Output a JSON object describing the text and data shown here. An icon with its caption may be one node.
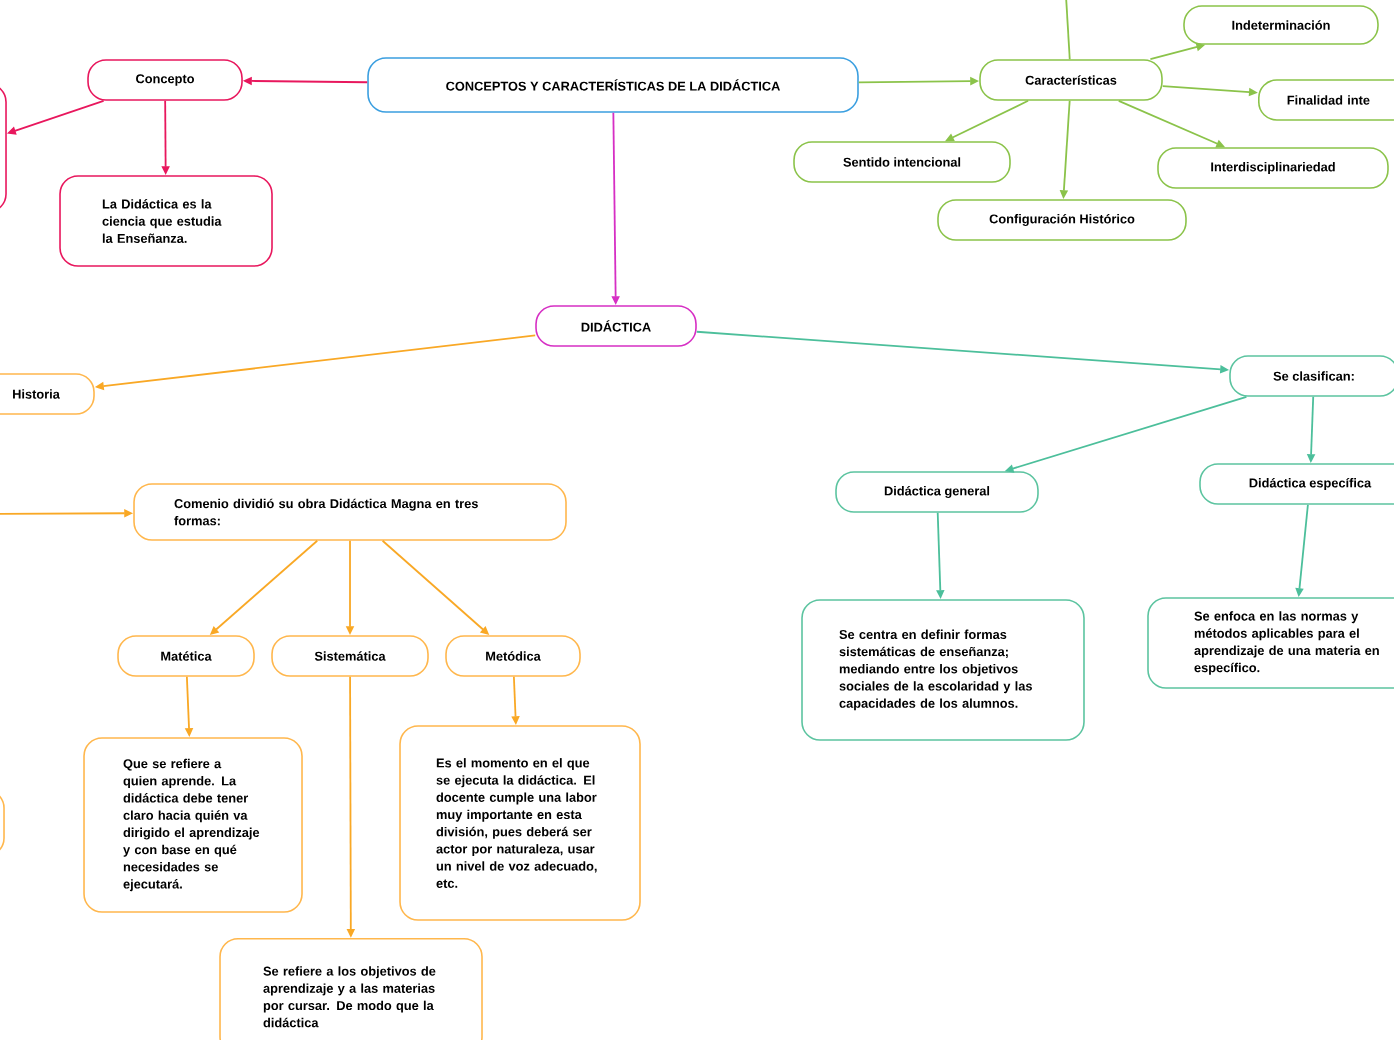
{
  "diagram": {
    "nodes": [
      {
        "text": [
          "CONCEPTOS Y CARACTERÍSTICAS DE LA DIDÁCTICA"
        ]
      },
      {
        "text": [
          "Concepto"
        ]
      },
      {
        "text": [],
        "shape": "box"
      },
      {
        "text": [
          "La Didáctica es la ciencia que estudia la Enseñanza."
        ]
      },
      {
        "text": [
          "Características"
        ]
      },
      {
        "text": [
          "Indeterminación"
        ]
      },
      {
        "text": [
          "Finalidad inte"
        ]
      },
      {
        "text": [
          "Sentido intencional"
        ]
      },
      {
        "text": [
          "Interdisciplinariedad"
        ]
      },
      {
        "text": [
          "Configuración Histórico"
        ]
      },
      {
        "text": [
          "DIDÁCTICA"
        ]
      },
      {
        "text": [
          "Historia"
        ]
      },
      {
        "text": [
          "Se clasifican:"
        ]
      },
      {
        "text": [
          "Didáctica general"
        ]
      },
      {
        "text": [
          "Didáctica específica"
        ]
      },
      {
        "text": [
          "Se centra en definir formas sistemáticas de enseñanza; mediando entre los objetivos sociales de la escolaridad y las capacidades de los alumnos."
        ]
      },
      {
        "text": [
          "Se enfoca en las normas y métodos aplicables para el aprendizaje de una materia en específico."
        ]
      },
      {
        "text": [
          "Comenio dividió su obra Didáctica Magna en tres formas:"
        ]
      },
      {
        "text": [
          "Matética"
        ]
      },
      {
        "text": [
          "Sistemática"
        ]
      },
      {
        "text": [
          "Metódica"
        ]
      },
      {
        "text": [
          "Que se refiere a quien aprende. La didáctica debe tener claro hacia quién va dirigido el aprendizaje y con base en qué necesidades se ejecutará."
        ]
      },
      {
        "text": [
          "Es el momento en el que se ejecuta la didáctica. El docente cumple una labor muy importante en esta división, pues deberá ser actor por naturaleza, usar un nivel de voz adecuado, etc."
        ]
      },
      {
        "text": [
          "Se refiere a los objetivos de aprendizaje y a las materias por cursar. De modo que la didáctica"
        ]
      },
      {
        "text": [],
        "shape": "box"
      }
    ],
    "edges": [
      {
        "from": 0,
        "to": 1,
        "arrow": "to",
        "color": "#e8175d"
      },
      {
        "from": 1,
        "to": 2,
        "arrow": "to",
        "color": "#e8175d"
      },
      {
        "from": 1,
        "to": 3,
        "arrow": "to",
        "color": "#e8175d"
      },
      {
        "from": 0,
        "to": 4,
        "arrow": "to",
        "color": "#8bc34a"
      },
      {
        "from": null,
        "to": 4,
        "arrow": "none",
        "color": "#8bc34a"
      },
      {
        "from": 4,
        "to": 5,
        "arrow": "to",
        "color": "#8bc34a"
      },
      {
        "from": 4,
        "to": 6,
        "arrow": "to",
        "color": "#8bc34a"
      },
      {
        "from": 4,
        "to": 7,
        "arrow": "to",
        "color": "#8bc34a"
      },
      {
        "from": 4,
        "to": 8,
        "arrow": "to",
        "color": "#8bc34a"
      },
      {
        "from": 4,
        "to": 9,
        "arrow": "to",
        "color": "#8bc34a"
      },
      {
        "from": 0,
        "to": 10,
        "arrow": "to",
        "color": "#d62fc4"
      },
      {
        "from": 10,
        "to": 11,
        "arrow": "to",
        "color": "#f9a825"
      },
      {
        "from": 10,
        "to": 12,
        "arrow": "to",
        "color": "#4cbf9b"
      },
      {
        "from": 12,
        "to": 13,
        "arrow": "to",
        "color": "#4cbf9b"
      },
      {
        "from": 12,
        "to": 14,
        "arrow": "to",
        "color": "#4cbf9b"
      },
      {
        "from": 13,
        "to": 15,
        "arrow": "to",
        "color": "#4cbf9b"
      },
      {
        "from": 14,
        "to": 16,
        "arrow": "to",
        "color": "#4cbf9b"
      },
      {
        "from": null,
        "to": 17,
        "arrow": "to",
        "color": "#f9a825"
      },
      {
        "from": 17,
        "to": 18,
        "arrow": "to",
        "color": "#f9a825"
      },
      {
        "from": 17,
        "to": 19,
        "arrow": "to",
        "color": "#f9a825"
      },
      {
        "from": 17,
        "to": 20,
        "arrow": "to",
        "color": "#f9a825"
      },
      {
        "from": 18,
        "to": 21,
        "arrow": "to",
        "color": "#f9a825"
      },
      {
        "from": 19,
        "to": 23,
        "arrow": "to",
        "color": "#f9a825"
      },
      {
        "from": 20,
        "to": 22,
        "arrow": "to",
        "color": "#f9a825"
      }
    ]
  }
}
